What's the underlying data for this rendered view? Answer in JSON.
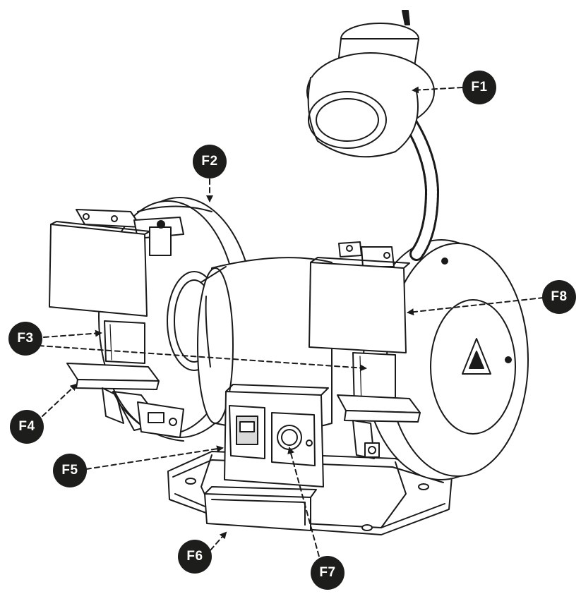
{
  "diagram": {
    "subject": "bench grinder with work light",
    "callouts": [
      {
        "id": "F1",
        "label": "F1"
      },
      {
        "id": "F2",
        "label": "F2"
      },
      {
        "id": "F3",
        "label": "F3"
      },
      {
        "id": "F4",
        "label": "F4"
      },
      {
        "id": "F5",
        "label": "F5"
      },
      {
        "id": "F6",
        "label": "F6"
      },
      {
        "id": "F7",
        "label": "F7"
      },
      {
        "id": "F8",
        "label": "F8"
      }
    ],
    "colors": {
      "line": "#1a1a1a",
      "callout_fill": "#1d1d1b",
      "callout_text": "#ffffff",
      "background": "#ffffff"
    }
  }
}
